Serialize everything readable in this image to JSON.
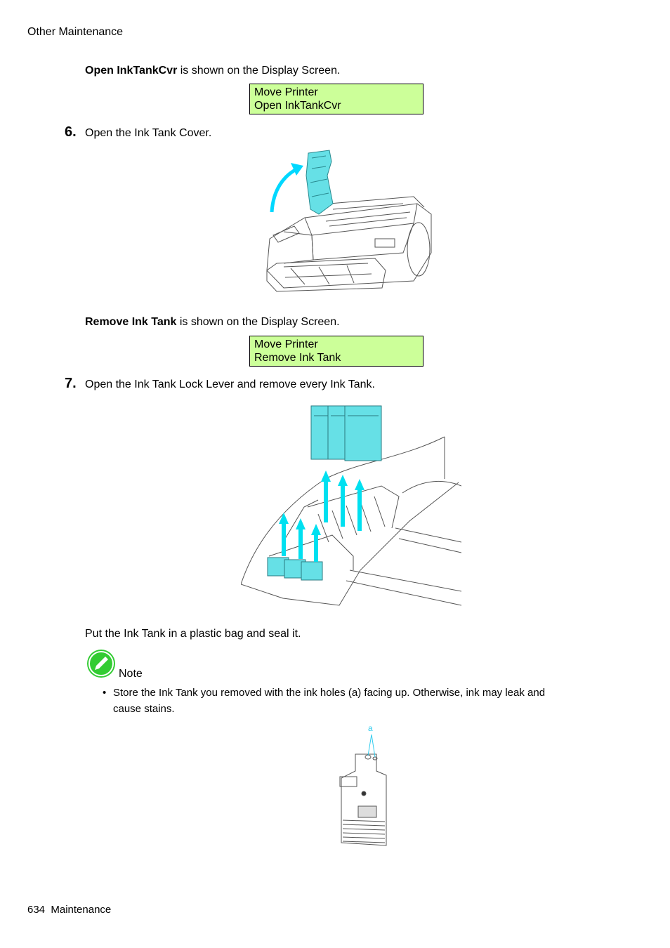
{
  "header": {
    "section": "Other Maintenance"
  },
  "block1": {
    "bold": "Open InkTankCvr",
    "rest": " is shown on the Display Screen.",
    "lcd": [
      "Move Printer",
      "Open InkTankCvr"
    ]
  },
  "step6": {
    "num": "6.",
    "text": "Open the Ink Tank Cover."
  },
  "block2": {
    "bold": "Remove Ink Tank",
    "rest": " is shown on the Display Screen.",
    "lcd": [
      "Move Printer",
      "Remove Ink Tank"
    ]
  },
  "step7": {
    "num": "7.",
    "text": "Open the Ink Tank Lock Lever and remove every Ink Tank."
  },
  "bag_text": "Put the Ink Tank in a plastic bag and seal it.",
  "note": {
    "title": "Note",
    "bullet": "•",
    "line1": "Store the Ink Tank you removed with the ink holes (a) facing up.  Otherwise, ink may leak and",
    "line2": "cause stains.",
    "callout": "a"
  },
  "footer": {
    "page": "634",
    "section": "Maintenance"
  },
  "colors": {
    "lcd_bg": "#ccff99",
    "cyan": "#66e0e6",
    "note_icon": "#33cc33"
  }
}
